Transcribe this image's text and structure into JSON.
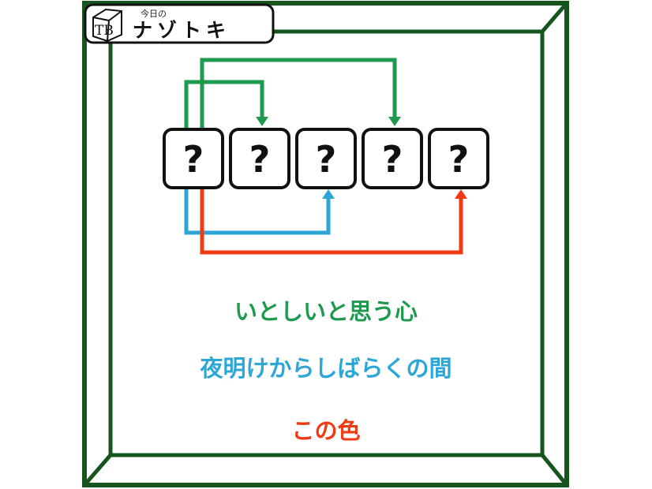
{
  "logo": {
    "brand_mark": "TB",
    "brand_small": "今日の",
    "brand_title": "ナゾトキ"
  },
  "puzzle": {
    "boxes": [
      "?",
      "?",
      "?",
      "?",
      "?"
    ]
  },
  "clues": [
    {
      "text": "いとしいと思う心",
      "color": "#1e9a4e"
    },
    {
      "text": "夜明けからしばらくの間",
      "color": "#2ba6d6"
    },
    {
      "text": "この色",
      "color": "#f03a14"
    }
  ],
  "colors": {
    "frame": "#17551f",
    "green_arrow": "#1e9a4e",
    "blue_arrow": "#2ba6d6",
    "red_arrow": "#f03a14"
  }
}
